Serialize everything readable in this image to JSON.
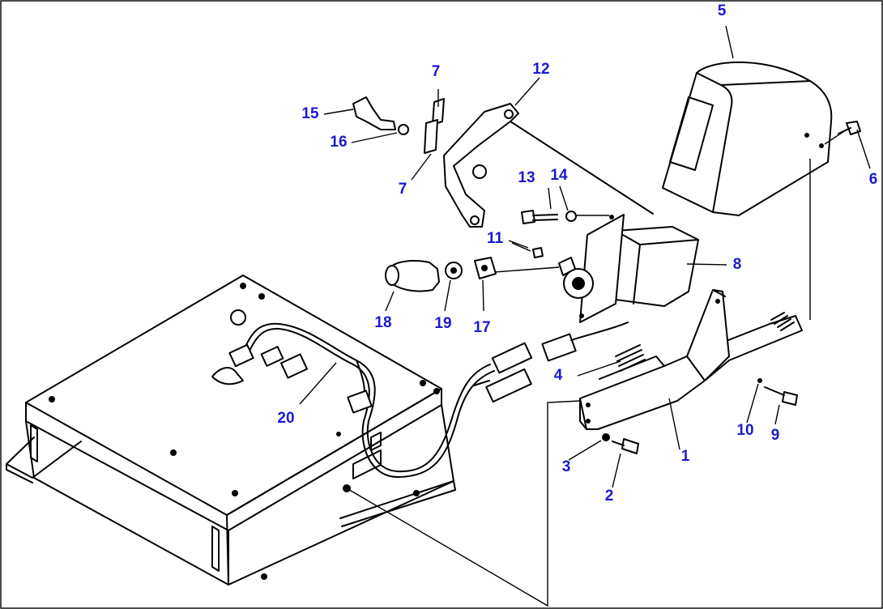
{
  "callouts": [
    {
      "id": "c1",
      "text": "1"
    },
    {
      "id": "c2",
      "text": "2"
    },
    {
      "id": "c3",
      "text": "3"
    },
    {
      "id": "c4",
      "text": "4"
    },
    {
      "id": "c5",
      "text": "5"
    },
    {
      "id": "c6",
      "text": "6"
    },
    {
      "id": "c7a",
      "text": "7"
    },
    {
      "id": "c7b",
      "text": "7"
    },
    {
      "id": "c8",
      "text": "8"
    },
    {
      "id": "c9",
      "text": "9"
    },
    {
      "id": "c10",
      "text": "10"
    },
    {
      "id": "c11",
      "text": "11"
    },
    {
      "id": "c12",
      "text": "12"
    },
    {
      "id": "c13",
      "text": "13"
    },
    {
      "id": "c14",
      "text": "14"
    },
    {
      "id": "c15",
      "text": "15"
    },
    {
      "id": "c16",
      "text": "16"
    },
    {
      "id": "c17",
      "text": "17"
    },
    {
      "id": "c18",
      "text": "18"
    },
    {
      "id": "c19",
      "text": "19"
    },
    {
      "id": "c20",
      "text": "20"
    }
  ],
  "colors": {
    "callout_text": "#1a1ad0",
    "line_art": "#000000",
    "background": "#ffffff"
  }
}
